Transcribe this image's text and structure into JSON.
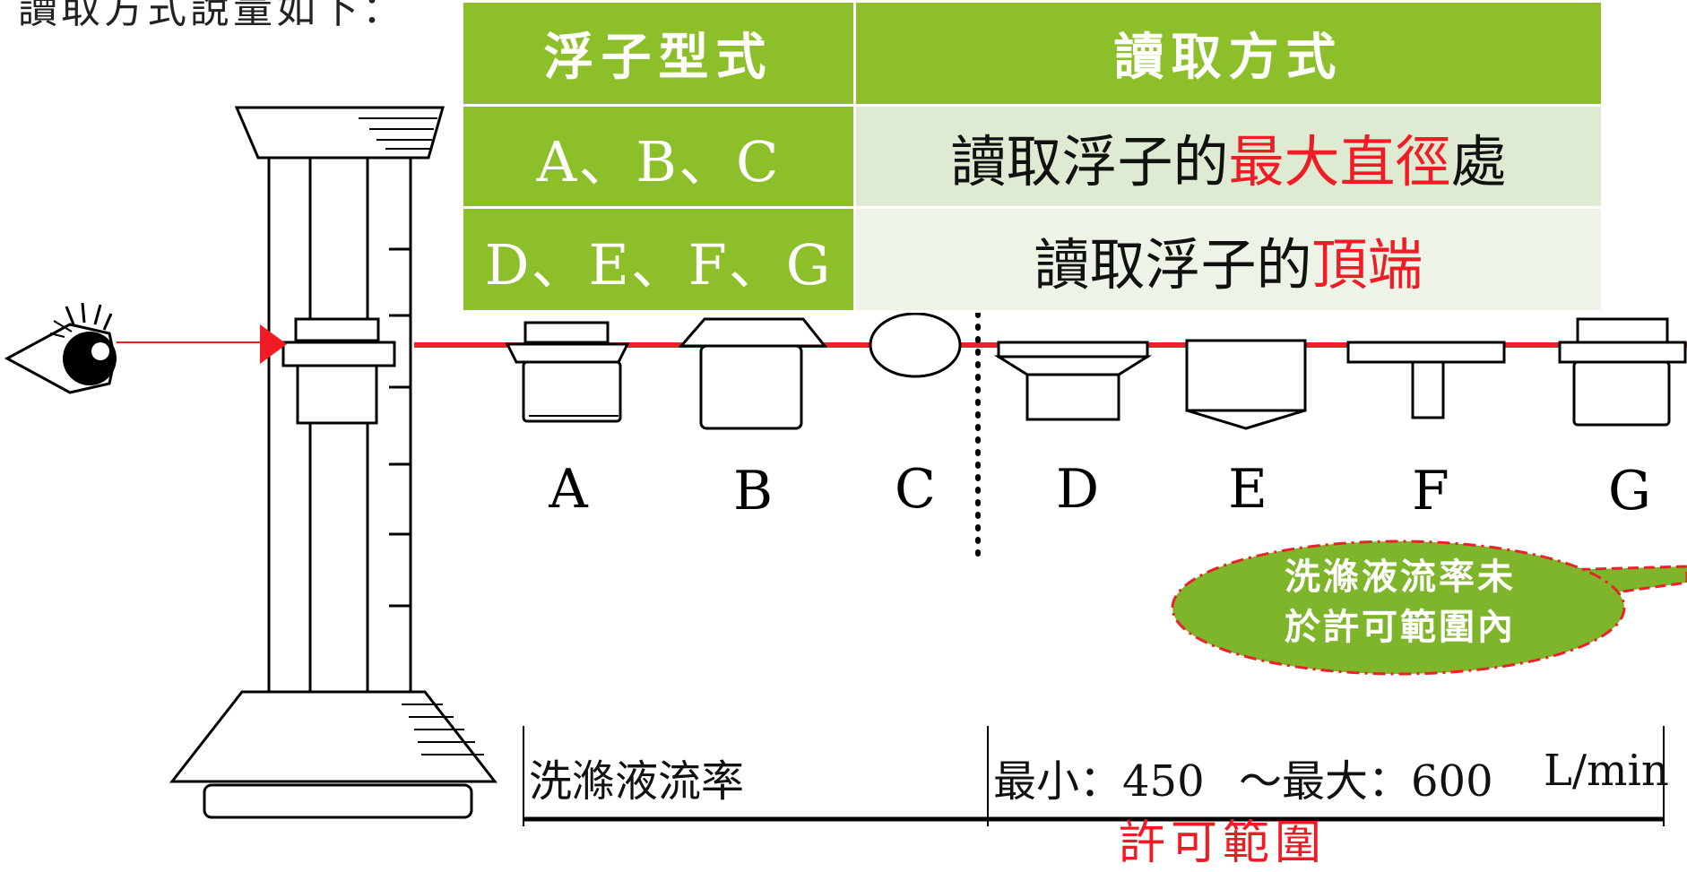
{
  "intro_text": "讀取方式說量如下：",
  "table": {
    "header": {
      "col1": "浮子型式",
      "col2": "讀取方式"
    },
    "rows": [
      {
        "types": "A、B、C",
        "text_before": "讀取浮子的",
        "text_highlight": "最大直徑",
        "text_after": "處"
      },
      {
        "types": "D、E、F、G",
        "text_before": "讀取浮子的",
        "text_highlight": "頂端",
        "text_after": ""
      }
    ]
  },
  "float_labels": [
    "A",
    "B",
    "C",
    "D",
    "E",
    "F",
    "G"
  ],
  "callout": {
    "line1": "洗滌液流率未",
    "line2": "於許可範圍內"
  },
  "spec_row": {
    "label": "洗滌液流率",
    "min": "最小：450",
    "max": "～最大：600",
    "unit": "L/min",
    "cut_text": "許可範圍"
  },
  "colors": {
    "table_green": "#8dbf2a",
    "row1_bg": "#dfead2",
    "row2_bg": "#eef3e8",
    "highlight_red": "#ee1c24",
    "callout_green": "#7fb52a",
    "callout_border": "#e8232a"
  },
  "icons": [
    "eye-icon",
    "arrowhead-icon"
  ]
}
